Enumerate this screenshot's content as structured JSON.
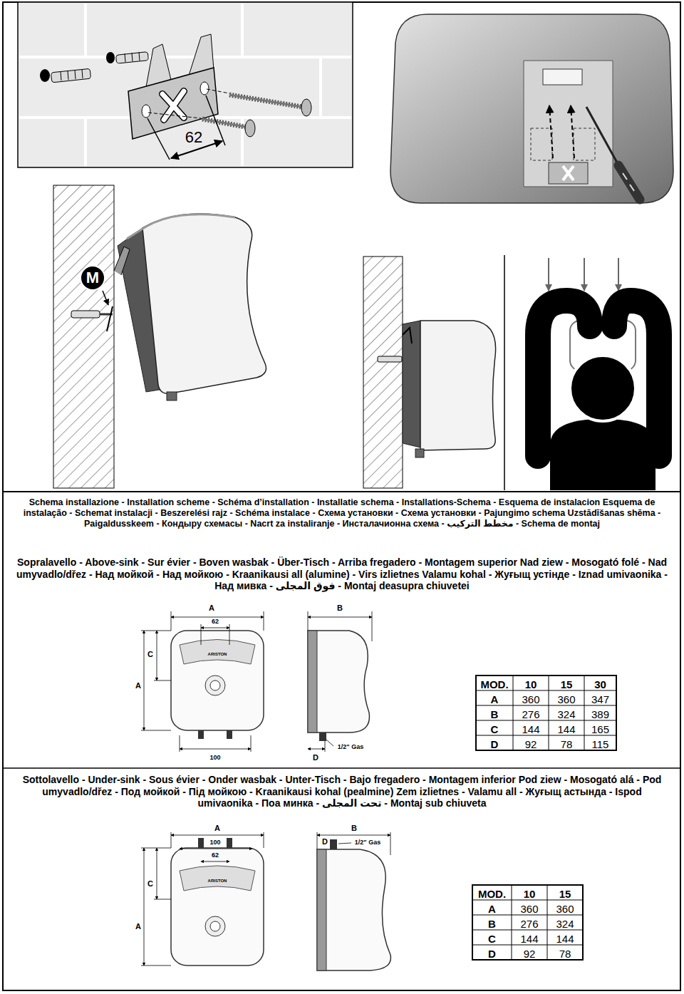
{
  "diagram": {
    "title": "Schema installazione - Installation scheme - Schéma d’installation - Installatie schema - Installations-Schema - Esquema de instalacion Esquema de instalação - Schemat instalacji - Beszerelési rajz - Schéma instalace - Схема установки - Схема установки - Pajungimo schema Uzstādīšanas shēma - Paigaldusskeem - Кондыру схемасы - Nacrt za instaliranje - Инсталачионна схема - مخطط التركيب - Schema de montaj",
    "nodes": [
      {
        "text": [
          "M"
        ]
      }
    ],
    "labels": [
      "62",
      "Sopralavello - Above-sink - Sur évier - Boven wasbak - Über-Tisch - Arriba fregadero - Montagem superior Nad ziew - Mosogató folé - Nad umyvadlo/dřez - Над мойкой - Над мойкою - Kraanikausi all (alumine) - Virs izlietnes Valamu kohal - Жуғыщ устінде - Iznad umivaonika - Над мивка - فوق المجلى - Montaj deasupra chiuvetei",
      "A",
      "B",
      "62",
      "C",
      "ARISTON",
      "A",
      "100",
      "D",
      "1/2\" Gas",
      "MOD.",
      "10",
      "15",
      "30",
      "A",
      "360",
      "360",
      "347",
      "B",
      "276",
      "324",
      "389",
      "C",
      "144",
      "144",
      "165",
      "D",
      "92",
      "78",
      "115",
      "Sottolavello - Under-sink - Sous évier - Onder wasbak - Unter-Tisch - Bajo fregadero - Montagem inferior Pod ziew - Mosogató alá - Pod umyvadlo/dřez - Под мойкой - Під мойкою - Kraanikausi kohal (pealmine) Zem izlietnes - Valamu all - Жуғыщ астында - Ispod umivaonika - Поа минка - تحت المجلى - Montaj sub chiuveta",
      "A",
      "B",
      "100",
      "D",
      "62",
      "1/2\" Gas",
      "C",
      "ARISTON",
      "A",
      "MOD.",
      "10",
      "15",
      "A",
      "360",
      "360",
      "B",
      "276",
      "324",
      "C",
      "144",
      "144",
      "D",
      "92",
      "78"
    ]
  }
}
